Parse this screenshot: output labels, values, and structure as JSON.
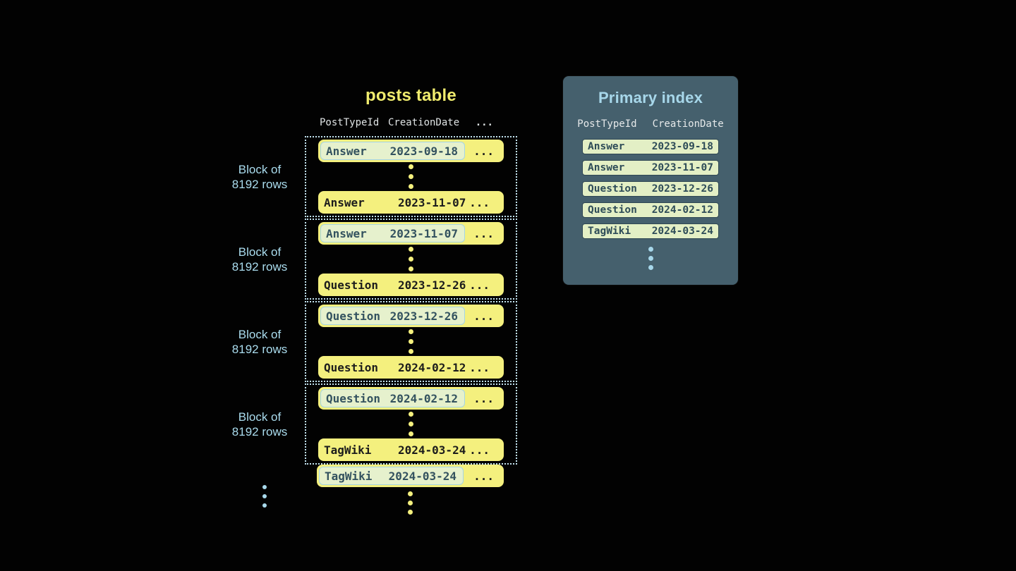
{
  "posts_table": {
    "title": "posts table",
    "columns": [
      "PostTypeId",
      "CreationDate",
      "..."
    ],
    "block_label": {
      "line1": "Block of",
      "line2": "8192 rows"
    },
    "ellipsis": "...",
    "blocks": [
      {
        "first": {
          "type": "Answer",
          "date": "2023-09-18"
        },
        "last": {
          "type": "Answer",
          "date": "2023-11-07"
        }
      },
      {
        "first": {
          "type": "Answer",
          "date": "2023-11-07"
        },
        "last": {
          "type": "Question",
          "date": "2023-12-26"
        }
      },
      {
        "first": {
          "type": "Question",
          "date": "2023-12-26"
        },
        "last": {
          "type": "Question",
          "date": "2024-02-12"
        }
      },
      {
        "first": {
          "type": "Question",
          "date": "2024-02-12"
        },
        "last": {
          "type": "TagWiki",
          "date": "2024-03-24"
        }
      }
    ],
    "overflow_row": {
      "type": "TagWiki",
      "date": "2024-03-24"
    }
  },
  "primary_index": {
    "title": "Primary index",
    "columns": [
      "PostTypeId",
      "CreationDate"
    ],
    "rows": [
      {
        "type": "Answer",
        "date": "2023-09-18"
      },
      {
        "type": "Answer",
        "date": "2023-11-07"
      },
      {
        "type": "Question",
        "date": "2023-12-26"
      },
      {
        "type": "Question",
        "date": "2024-02-12"
      },
      {
        "type": "TagWiki",
        "date": "2024-03-24"
      }
    ]
  },
  "colors": {
    "background": "#000000",
    "row_yellow": "#f4f07e",
    "title_yellow": "#f0ec6e",
    "accent_blue": "#a8d9ec",
    "dotted_border_blue": "#c2e2ef",
    "panel_background": "#45606d",
    "index_row_green": "#e3efc5",
    "highlight_green": "#e6f1cd",
    "dark_text": "#1c1c1c",
    "slate_text": "#33525f"
  }
}
